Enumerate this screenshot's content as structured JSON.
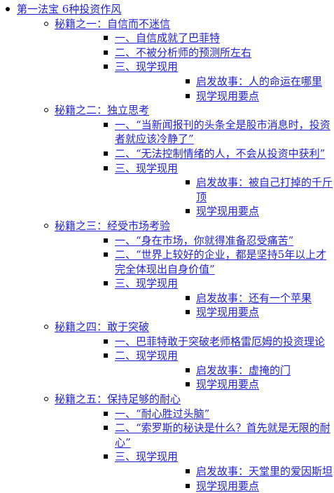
{
  "outline": {
    "title": "第一法宝 6种投资作风",
    "sections": [
      {
        "label": "秘籍之一：自信而不迷信",
        "items": [
          {
            "label": "一、自信成就了巴菲特"
          },
          {
            "label": "二、不被分析师的预测所左右"
          },
          {
            "label": "三、现学现用",
            "children": [
              "启发故事：人的命运在哪里",
              "现学现用要点"
            ]
          }
        ]
      },
      {
        "label": "秘籍之二：独立思考",
        "items": [
          {
            "label": "一、“当新闻报刊的头条全是股市消息时，投资者就应该冷静了”"
          },
          {
            "label": "二、“无法控制情绪的人，不会从投资中获利”"
          },
          {
            "label": "三、现学现用",
            "children": [
              "启发故事：被自己打掉的千斤顶",
              "现学现用要点"
            ]
          }
        ]
      },
      {
        "label": "秘籍之三：经受市场考验",
        "items": [
          {
            "label": "一、“身在市场，你就得准备忍受痛苦”"
          },
          {
            "label": "二、“世界上较好的企业，都是坚持5年以上才完全体现出自身价值”"
          },
          {
            "label": "三、现学现用",
            "children": [
              "启发故事：还有一个苹果",
              "现学现用要点"
            ]
          }
        ]
      },
      {
        "label": "秘籍之四：敢于突破",
        "items": [
          {
            "label": "一、巴菲特敢于突破老师格雷厄姆的投资理论"
          },
          {
            "label": "二、现学现用",
            "children": [
              "启发故事：虚掩的门",
              "现学现用要点"
            ]
          }
        ]
      },
      {
        "label": "秘籍之五：保持足够的耐心",
        "items": [
          {
            "label": "一、“耐心胜过头脑”"
          },
          {
            "label": "二、“索罗斯的秘诀是什么？首先就是无限的耐心”"
          },
          {
            "label": "三、现学现用",
            "children": [
              "启发故事：天堂里的爱因斯坦",
              "现学现用要点"
            ]
          }
        ]
      }
    ]
  }
}
